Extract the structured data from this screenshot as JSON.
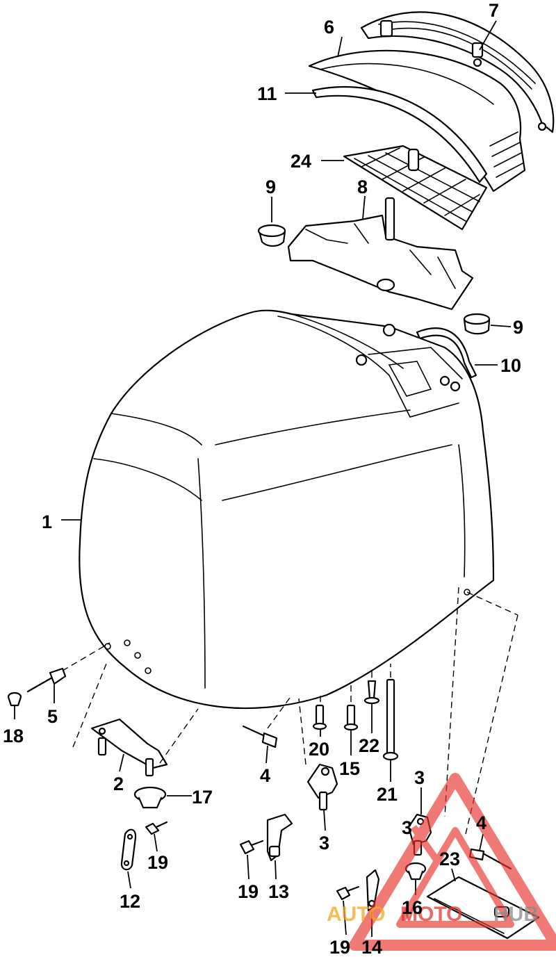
{
  "callouts": {
    "c1": "1",
    "c2": "2",
    "c3a": "3",
    "c3b": "3",
    "c3c": "3",
    "c4a": "4",
    "c4b": "4",
    "c5": "5",
    "c6": "6",
    "c7": "7",
    "c8": "8",
    "c9a": "9",
    "c9b": "9",
    "c10": "10",
    "c11": "11",
    "c12": "12",
    "c13": "13",
    "c14": "14",
    "c15": "15",
    "c16": "16",
    "c17": "17",
    "c18": "18",
    "c19a": "19",
    "c19b": "19",
    "c19c": "19",
    "c20": "20",
    "c21": "21",
    "c22": "22",
    "c23": "23",
    "c24": "24"
  },
  "watermark": {
    "part1": "AUTO",
    "part2": "MOTO",
    "part3": "HUB",
    "colors": {
      "red": "#e8332b",
      "orange": "#f5a623",
      "gray": "#8a8a8a"
    }
  },
  "colors": {
    "line": "#000000",
    "background": "#ffffff"
  }
}
